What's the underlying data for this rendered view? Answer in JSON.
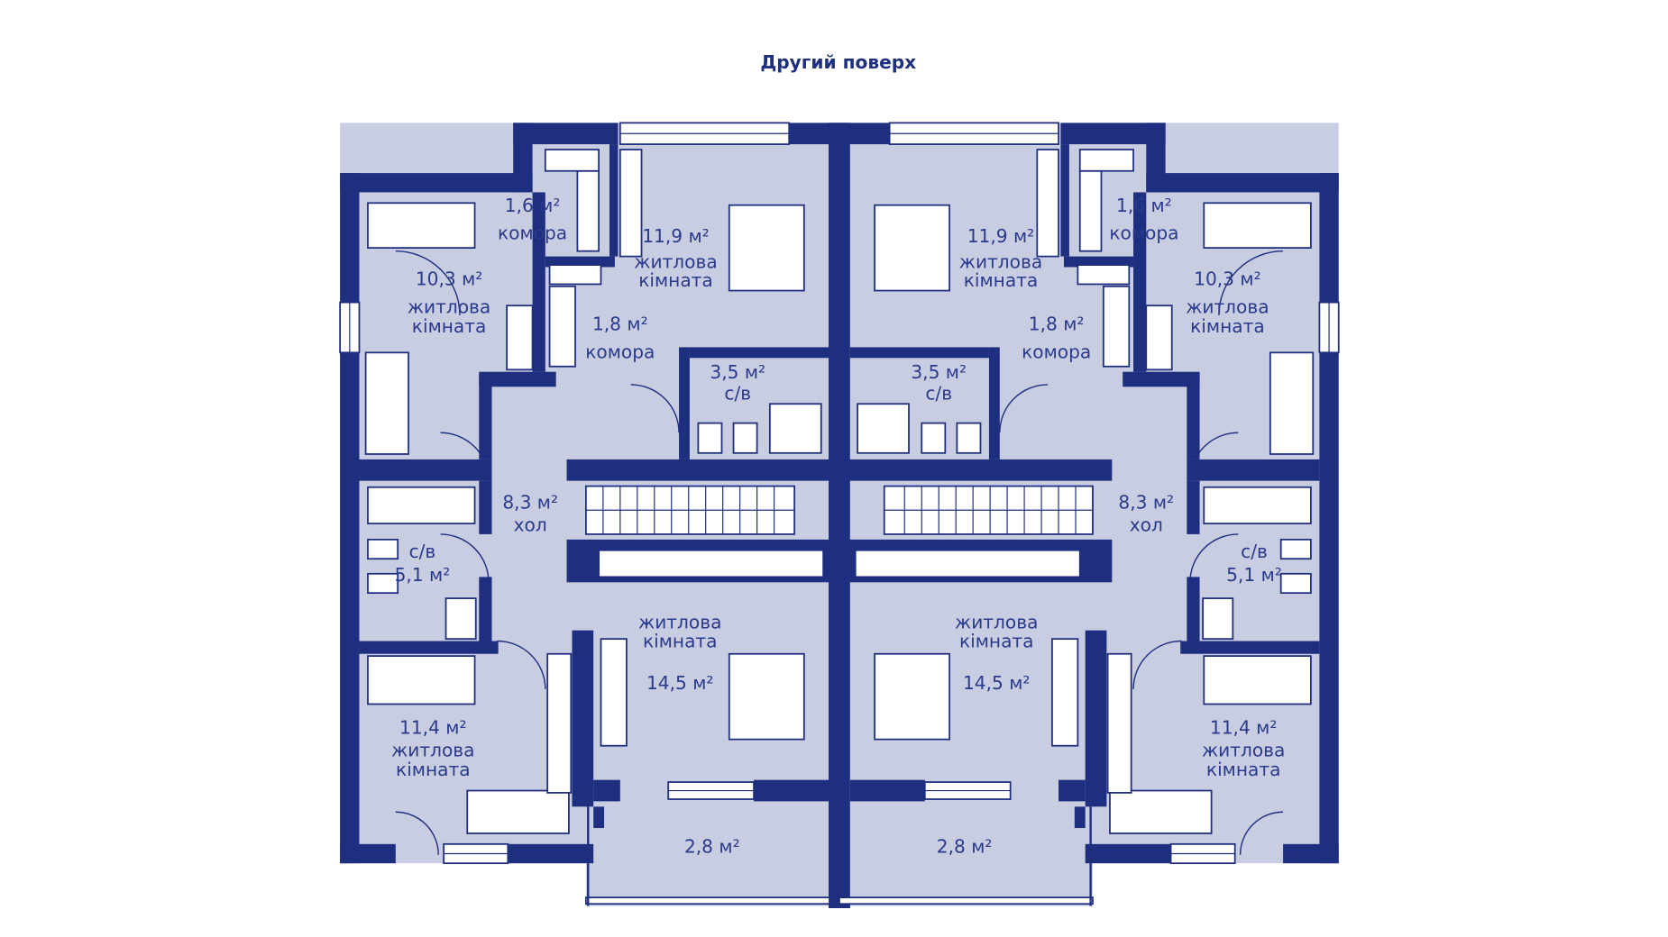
{
  "title": "Другий поверх",
  "colors": {
    "wall": "#1f2f7f",
    "floor": "#c9cde1",
    "fixture": "#ffffff",
    "text": "#2a3a8c"
  },
  "units": [
    {
      "rooms": [
        {
          "lines": [
            "1,6 м²",
            "комора"
          ]
        },
        {
          "lines": [
            "10,3 м²",
            "житлова",
            "кімната"
          ]
        },
        {
          "lines": [
            "11,9 м²",
            "житлова",
            "кімната"
          ]
        },
        {
          "lines": [
            "1,8 м²",
            "комора"
          ]
        },
        {
          "lines": [
            "3,5 м²",
            "с/в"
          ]
        },
        {
          "lines": [
            "8,3 м²",
            "хол"
          ]
        },
        {
          "lines": [
            "с/в",
            "5,1 м²"
          ]
        },
        {
          "lines": [
            "житлова",
            "кімната",
            "14,5 м²"
          ]
        },
        {
          "lines": [
            "11,4 м²",
            "житлова",
            "кімната"
          ]
        },
        {
          "lines": [
            "2,8 м²"
          ]
        }
      ]
    },
    {
      "rooms": [
        {
          "lines": [
            "1,6 м²",
            "комора"
          ]
        },
        {
          "lines": [
            "10,3 м²",
            "житлова",
            "кімната"
          ]
        },
        {
          "lines": [
            "11,9 м²",
            "житлова",
            "кімната"
          ]
        },
        {
          "lines": [
            "1,8 м²",
            "комора"
          ]
        },
        {
          "lines": [
            "3,5 м²",
            "с/в"
          ]
        },
        {
          "lines": [
            "8,3 м²",
            "хол"
          ]
        },
        {
          "lines": [
            "с/в",
            "5,1 м²"
          ]
        },
        {
          "lines": [
            "житлова",
            "кімната",
            "14,5 м²"
          ]
        },
        {
          "lines": [
            "11,4 м²",
            "житлова",
            "кімната"
          ]
        },
        {
          "lines": [
            "2,8 м²"
          ]
        }
      ]
    }
  ]
}
